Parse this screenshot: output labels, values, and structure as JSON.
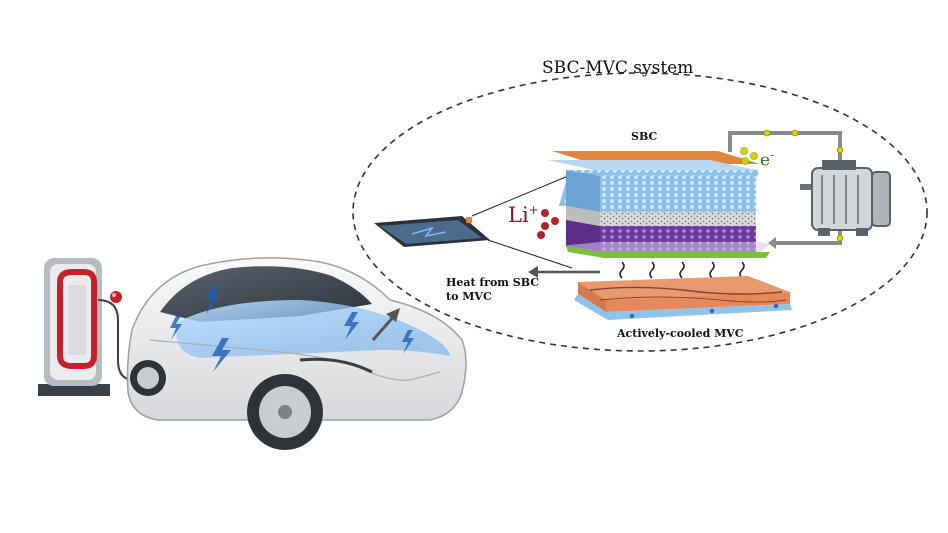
{
  "diagram": {
    "title": "SBC-MVC system",
    "labels": {
      "sbc": "SBC",
      "heat_line1": "Heat from SBC",
      "heat_line2": "to MVC",
      "mvc": "Actively-cooled MVC",
      "lithium": "Li",
      "lithium_charge": "+",
      "electron": "e",
      "electron_charge": "-"
    },
    "colors": {
      "ellipse_border": "#333333",
      "current_collector_top": "#e0853a",
      "electrode_blue": "#7fb6e2",
      "electrode_purple": "#7a4aa8",
      "separator": "#c9c9c9",
      "mvc_orange": "#e89a6e",
      "mvc_blue": "#8ec3ea",
      "lithium_text": "#8b1218",
      "electron_text": "#3d6b22",
      "electron_dot": "#d4d400",
      "wire": "#8a8a8a",
      "charger_red": "#c8202a"
    },
    "icons": [
      "charging-station-icon",
      "electric-car-icon",
      "battery-sheet-icon",
      "electric-motor-icon",
      "lithium-ion-icon",
      "electron-icon",
      "lightning-icon"
    ]
  }
}
